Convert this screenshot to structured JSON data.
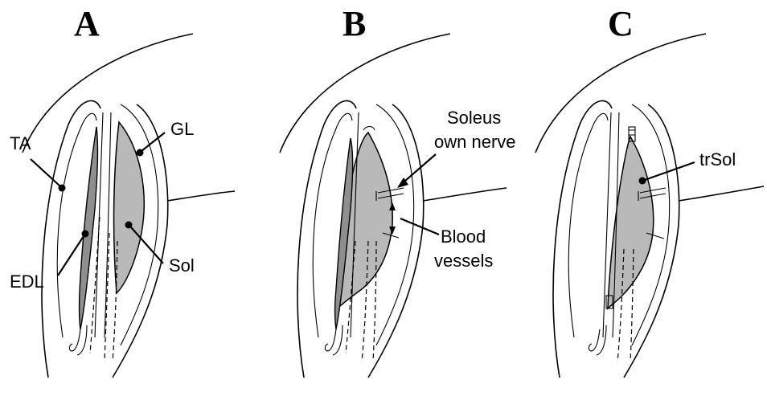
{
  "panels": [
    {
      "letter": "A",
      "labels": {
        "ta": "TA",
        "gl": "GL",
        "edl": "EDL",
        "sol": "Sol"
      }
    },
    {
      "letter": "B",
      "labels": {
        "nerve_line1": "Soleus",
        "nerve_line2": "own nerve",
        "vessels_line1": "Blood",
        "vessels_line2": "vessels"
      }
    },
    {
      "letter": "C",
      "labels": {
        "trsol": "trSol"
      }
    }
  ]
}
